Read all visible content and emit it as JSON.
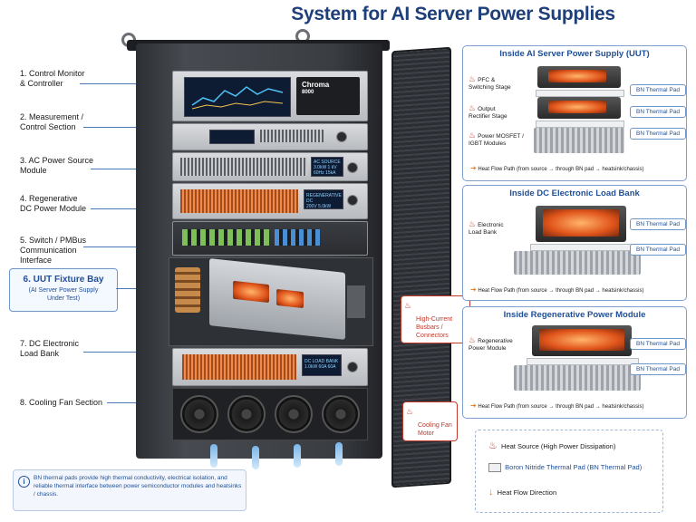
{
  "title": "System for AI Server Power Supplies",
  "left_labels": [
    {
      "text": "1. Control Monitor\n& Controller"
    },
    {
      "text": "2. Measurement /\nControl Section"
    },
    {
      "text": "3. AC Power Source\nModule"
    },
    {
      "text": "4. Regenerative\nDC Power Module"
    },
    {
      "text": "5. Switch / PMBus\nCommunication\nInterface"
    },
    {
      "text": "7. DC Electronic\nLoad Bank"
    },
    {
      "text": "8. Cooling Fan Section"
    }
  ],
  "uut": {
    "title": "6. UUT Fixture Bay",
    "subtitle": "(AI Server Power Supply\nUnder Test)"
  },
  "rack_text": {
    "brand": "Chroma",
    "model": "8000",
    "ac_disp": "AC SOURCE\n3.0kW  1 kV\n60Hz  15kA",
    "regen_disp": "REGENERATIVE DC\n200V  5.0kW",
    "load_disp": "DC LOAD BANK\n1.0kW  60A  60A"
  },
  "callouts": {
    "busbar": "High-Current\nBusbars /\nConnectors",
    "fan": "Cooling Fan\nMotor"
  },
  "panels": [
    {
      "title": "Inside AI Server Power Supply (UUT)",
      "labels": [
        "PFC &\nSwitching Stage",
        "Output\nRectifier Stage",
        "Power MOSFET /\nIGBT Modules"
      ],
      "pads": [
        "BN Thermal Pad",
        "BN Thermal Pad",
        "BN Thermal Pad"
      ],
      "flow": "Heat Flow Path (from source → through BN pad → heatsink/chassis)"
    },
    {
      "title": "Inside DC Electronic Load Bank",
      "labels": [
        "Electronic\nLoad Bank"
      ],
      "pads": [
        "BN Thermal Pad",
        "BN Thermal Pad"
      ],
      "flow": "Heat Flow Path (from source → through BN pad → heatsink/chassis)"
    },
    {
      "title": "Inside Regenerative Power Module",
      "labels": [
        "Regenerative\nPower Module"
      ],
      "pads": [
        "BN Thermal Pad",
        "BN Thermal Pad"
      ],
      "flow": "Heat Flow Path (from source → through BN pad → heatsink/chassis)"
    }
  ],
  "legend": {
    "heat": "Heat Source (High Power Dissipation)",
    "pad": "Boron Nitride Thermal Pad (BN Thermal Pad)",
    "flow": "Heat Flow Direction"
  },
  "info": "BN thermal pads provide high thermal conductivity, electrical isolation, and reliable thermal interface between power semiconductor modules and heatsinks / chassis.",
  "colors": {
    "title": "#1f3f7a",
    "accent": "#1f4f96",
    "heat": "#e0541a",
    "callout": "#c0392b"
  }
}
